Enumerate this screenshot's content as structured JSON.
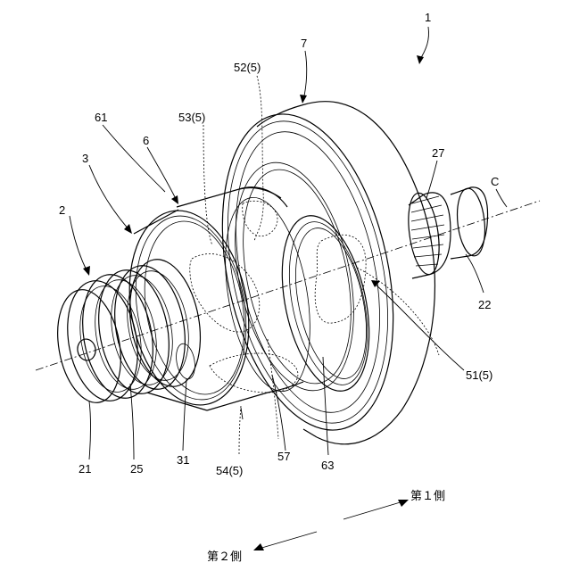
{
  "labels": {
    "l1": "1",
    "l2": "2",
    "l3": "3",
    "l6": "6",
    "l7": "7",
    "l21": "21",
    "l22": "22",
    "l25": "25",
    "l27": "27",
    "l31": "31",
    "l51": "51(5)",
    "l52": "52(5)",
    "l53": "53(5)",
    "l54": "54(5)",
    "l57": "57",
    "l61": "61",
    "l63": "63",
    "lC": "C",
    "side1": "第１側",
    "side2": "第２側"
  }
}
